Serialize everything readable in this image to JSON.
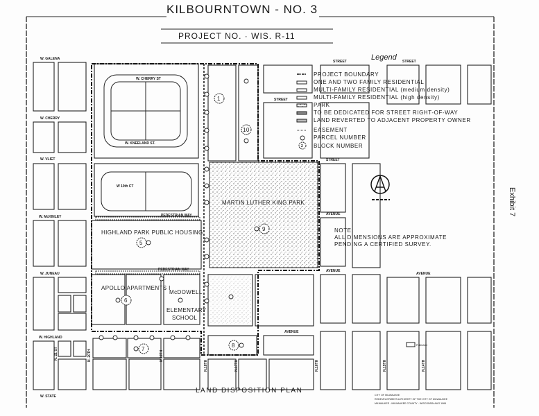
{
  "title": "KILBOURNTOWN - NO. 3",
  "project": "PROJECT NO. · WIS. R-11",
  "exhibit": "Exhibit 7",
  "plan_title": "LAND DISPOSITION PLAN",
  "legend": {
    "heading": "Legend",
    "items": [
      "PROJECT BOUNDARY",
      "ONE AND TWO FAMILY RESIDENTIAL",
      "MULTI-FAMILY RESIDENTIAL (medium density)",
      "MULTI-FAMILY RESIDENTIAL (high density)",
      "PARK",
      "TO BE DEDICATED FOR STREET RIGHT-OF-WAY",
      "LAND REVERTED TO ADJACENT PROPERTY OWNER",
      "EASEMENT",
      "PARCEL NUMBER",
      "BLOCK NUMBER"
    ],
    "parcel_sample": "0",
    "block_sample": "2"
  },
  "note": {
    "heading": "NOTE:",
    "line1": "ALL DIMENSIONS ARE APPROXIMATE",
    "line2": "PENDING A CERTIFIED SURVEY."
  },
  "streets": {
    "galena": "W. GALENA",
    "cherry": "W. CHERRY",
    "vliet": "W. VLIET",
    "mckinley": "W. McKINLEY",
    "juneau": "W. JUNEAU",
    "highland": "W. HIGHLAND",
    "state": "W. STATE",
    "cherry_st": "W. CHERRY ST",
    "kneeland": "W. KNEELAND ST.",
    "ct19": "W 19th CT",
    "street": "STREET",
    "avenue": "AVENUE",
    "n21": "N. 21 ST",
    "n20": "N. 20TH",
    "n19": "N.19TH",
    "n18": "N.18TH",
    "n17": "N.17TH",
    "n16": "N.16TH",
    "n15": "N.15TH",
    "n14": "N.14TH",
    "ped": "PEDESTRIAN WAY"
  },
  "places": {
    "park": "MARTIN LUTHER KING PARK",
    "housing": "HIGHLAND PARK PUBLIC HOUSING",
    "apollo": "APOLLO APARTMENTS I",
    "school1": "McDOWELL",
    "school2": "ELEMENTARY",
    "school3": "SCHOOL"
  },
  "blocks": [
    "1",
    "10",
    "5",
    "6",
    "7",
    "8",
    "9"
  ],
  "parcels": [
    "1",
    "1",
    "1",
    "1",
    "1",
    "1",
    "1",
    "1",
    "1",
    "1",
    "1"
  ],
  "scale_box_label": "Published",
  "credits": {
    "line1": "CITY OF MILWAUKEE",
    "line2": "REDEVELOPMENT AUTHORITY OF THE CITY OF MILWAUKEE",
    "line3": "MILWAUKEE - MILWAUKEE COUNTY - WISCONSIN AUG 1969"
  }
}
